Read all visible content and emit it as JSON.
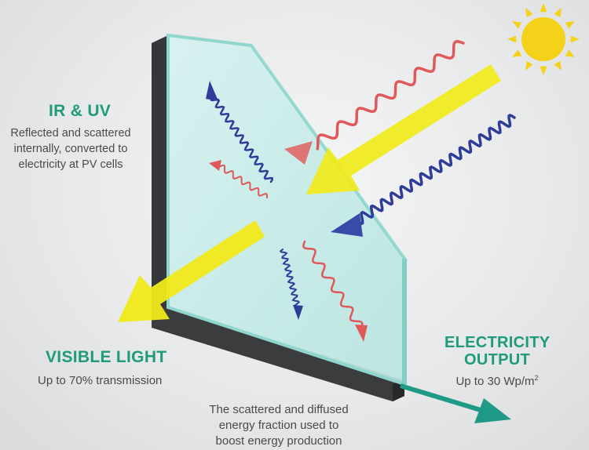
{
  "labels": {
    "ir_uv": {
      "title": "IR & UV",
      "description": "Reflected and scattered\ninternally, converted to\nelectricity at PV cells"
    },
    "visible_light": {
      "title": "VISIBLE LIGHT",
      "description": "Up to 70% transmission"
    },
    "electricity_output": {
      "title": "ELECTRICITY\nOUTPUT",
      "description": "Up to 30 Wp/m",
      "unit_superscript": "2"
    },
    "bottom_caption": "The scattered and diffused\nenergy fraction used to\nboost energy production"
  },
  "colors": {
    "heading": "#1f9a7a",
    "body_text": "#4a4a4a",
    "glass": "#cfeeed",
    "glass_edge": "#8fd6cf",
    "frame": "#3a3c3e",
    "visible_light_arrow": "#f0ea1a",
    "ir_wave": "#e0585a",
    "uv_wave": "#2f3d9a",
    "sun": "#f4d21a",
    "output_arrow": "#1f9a86"
  },
  "icons": [
    "sun-icon"
  ]
}
